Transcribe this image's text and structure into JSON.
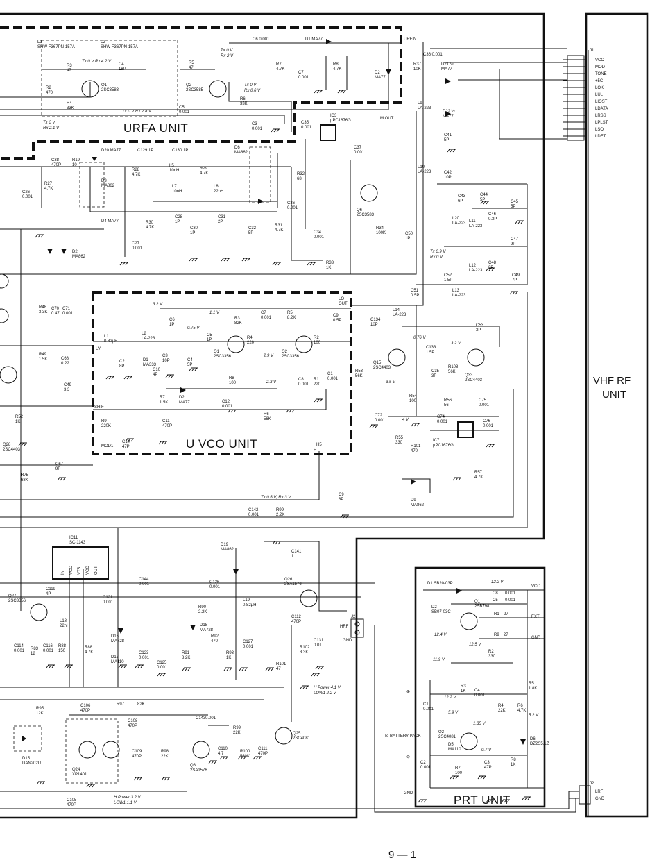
{
  "units": {
    "urfa": "URFA UNIT",
    "uvco": "U VCO UNIT",
    "vhf_rf_line1": "VHF RF",
    "vhf_rf_line2": "UNIT",
    "prt": "PRT UNIT"
  },
  "page_number": "9 — 1",
  "connector_j1": {
    "ref": "J1",
    "pins": [
      "VCC",
      "MOD",
      "TONE",
      "+5C",
      "LOK",
      "LUL",
      "LIOST",
      "LDATA",
      "LRSS",
      "LPLST",
      "LSO",
      "LDET"
    ]
  },
  "connector_j2": {
    "ref": "J2",
    "pins": [
      "LRF",
      "GND"
    ]
  },
  "urfa_labels": {
    "l1": "L1",
    "l1_part": "SHW-F367PN-157A",
    "l2": "L2",
    "l2_part": "SHW-F367PN-157A",
    "r3": "R3",
    "r3v": "47",
    "tx_rx_1": "Tx 0 V Rx 4.2 V",
    "c4": "C4",
    "c4v": "18P",
    "q1": "Q1",
    "q1p": "2SC3583",
    "r2": "R2",
    "r2v": "470",
    "r4": "R4",
    "r4v": "33K",
    "tx_rx_2": "Tx 0 V Rx 2.8 V",
    "c5": "C5",
    "c5v": "0.001",
    "tx_rx_3": "Tx 0 V",
    "rx_3": "Rx 2.1 V",
    "r5": "R5",
    "r5v": "47",
    "q2": "Q2",
    "q2p": "2SC3585",
    "tx_4": "Tx 0 V",
    "rx_4": "Rx 2 V",
    "tx_5": "Tx 0 V",
    "rx_5": "Rx 0.6 V",
    "r6": "R6",
    "r6v": "33K",
    "c3": "C3",
    "c3v": "0.001",
    "c6": "C6 0.001",
    "d1": "D1 MA77",
    "r7": "R7",
    "r7v": "4.7K",
    "c7": "C7",
    "c7v": "0.001",
    "r8": "R8",
    "r8v": "4.7K",
    "d2": "D2",
    "d2v": "MA77",
    "urfin": "URFIN",
    "mout": "M OUT"
  },
  "mid_labels": {
    "ic3": "IC3",
    "ic3p": "µPC1676G",
    "c35": "C35",
    "c35v": "0.001",
    "c37": "C37",
    "c37v": "0.001",
    "c38": "C38",
    "c38v": "470P",
    "r19": "R19",
    "r19v": "10",
    "d20": "D20 MA77",
    "c129": "C129 1P",
    "c130": "C130 1P",
    "d6": "D6",
    "d6v": "MA862",
    "r28": "R28",
    "r28v": "4.7K",
    "l5": "L5",
    "l5v": "10nH",
    "r29": "R29",
    "r29v": "4.7K",
    "d3": "D3",
    "d3v": "MA862",
    "r27": "R27",
    "r27v": "4.7K",
    "c26": "C26",
    "c26v": "0.001",
    "l7": "L7",
    "l7v": "10nH",
    "l8": "L8",
    "l8v": "22nH",
    "r32": "R32",
    "r32v": "68",
    "d4": "D4 MA77",
    "c28": "C28",
    "c28v": "1P",
    "c31": "C31",
    "c31v": "2P",
    "r30": "R30",
    "r30v": "4.7K",
    "c36": "C36",
    "c36v": "0.001",
    "q6": "Q6",
    "q6p": "2SC3583",
    "r31": "R31",
    "r31v": "4.7K",
    "c32": "C32",
    "c32v": "5P",
    "c30": "C30",
    "c30v": "1P",
    "c34": "C34",
    "c34v": "0.001",
    "r34": "R34",
    "r34v": "100K",
    "c50": "C50",
    "c50v": "1P",
    "c27": "C27",
    "c27v": "0.001",
    "d2b": "D2",
    "d2bv": "MA862",
    "r33": "R33",
    "r33v": "1K"
  },
  "right_labels": {
    "c36b": "C36 0.001",
    "d21": "D21 ½",
    "d21v": "MA77",
    "r37": "R37",
    "r37v": "10K",
    "l9": "L9",
    "l9v": "LA-223",
    "d22": "D22 ½",
    "d22v": "MA77",
    "c41": "C41",
    "c41v": "5P",
    "l10": "L10",
    "l10v": "LA-223",
    "c42": "C42",
    "c42v": "10P",
    "c43": "C43",
    "c43v": "6P",
    "c44": "C44",
    "c44v": "5P",
    "c45": "C45",
    "c45v": "5P",
    "l20": "L20",
    "l20v": "LA-223",
    "l11": "L11",
    "l11v": "LA-223",
    "c46": "C46",
    "c46v": "0.3P",
    "c47": "C47",
    "c47v": "9P",
    "tx_rx_6": "Tx 0.9 V",
    "rx_6": "Rx 0 V",
    "l12": "L12",
    "l12v": "LA-223",
    "c48": "C48",
    "c48v": "3P",
    "c52": "C52",
    "c52v": "1.5P",
    "c49": "C49",
    "c49v": "7P",
    "c51": "C51",
    "c51v": "0.5P",
    "l14": "L14",
    "l14v": "LA-223",
    "l13": "L13",
    "l13v": "LA-223",
    "c53": "C53",
    "c53v": "3P",
    "c134": "C134",
    "c134v": "10P",
    "v076": "0.76 V",
    "c133": "C133",
    "c133v": "1.5P",
    "v32b": "3.2 V",
    "q15": "Q15",
    "q15p": "2SC4403",
    "c35b": "C35",
    "c35bv": "3P",
    "r108": "R108",
    "r108v": "56K",
    "q33": "Q33",
    "q33p": "2SC4403",
    "r53": "R53",
    "r53v": "56K",
    "v35": "3.5 V",
    "r54": "R54",
    "r54v": "100",
    "r56": "R56",
    "r56v": "56",
    "c75": "C75",
    "c75v": "0.001",
    "c72": "C72",
    "c72v": "0.001",
    "v4": "4 V",
    "c74": "C74",
    "c74v": "0.001",
    "c76": "C76",
    "c76v": "0.001",
    "r55": "R55",
    "r55v": "330",
    "r101": "R101",
    "r101v": "470",
    "ic7": "IC7",
    "ic7p": "µPC1676G",
    "r57": "R57",
    "r57v": "4.7K",
    "d9": "D9",
    "d9v": "MA862",
    "c9": "C9",
    "c9v": "8P"
  },
  "uvco_labels": {
    "v32": "3.2 V",
    "v11": "1.1 V",
    "v075": "0.75 V",
    "c6": "C6",
    "c6v": "1P",
    "c7": "C7",
    "c7v": "0.001",
    "r5": "R5",
    "r5v": "8.2K",
    "lo_out": "LO",
    "lo_out2": "OUT",
    "c9": "C9",
    "c9v": "0.5P",
    "r3": "R3",
    "r3v": "82K",
    "c5": "C5",
    "c5v": "1P",
    "l1": "L1",
    "l1v": "0.82µH",
    "l2": "L2",
    "l2v": "LA-223",
    "lv": "LV",
    "r4": "R4",
    "r4v": "220",
    "q1": "Q1",
    "q1p": "2SC3356",
    "q2": "Q2",
    "q2p": "2SC3356",
    "r2": "R2",
    "r2v": "100",
    "v29": "2.9 V",
    "c2": "C2",
    "c2v": "8P",
    "d1": "D1",
    "d1v": "MA333",
    "c3": "C3",
    "c3v": "10P",
    "c4": "C4",
    "c4v": "5P",
    "c10": "C10",
    "c10v": "4P",
    "c8": "C8",
    "c8v": "0.001",
    "r1": "R1",
    "r1v": "220",
    "c1": "C1",
    "c1v": "0.001",
    "r8": "R8",
    "r8v": "100",
    "v23": "2.3 V",
    "d2": "D2",
    "d2v": "MA77",
    "r7": "R7",
    "r7v": "1.5K",
    "c12": "C12",
    "c12v": "0.001",
    "shift": "SHIFT",
    "r9": "R9",
    "r9v": "220K",
    "c11": "C11",
    "c11v": "470P",
    "r6": "R6",
    "r6v": "56K",
    "c14": "C14",
    "c14v": "47P",
    "mod1": "MOD1",
    "h5": "H5",
    "h": "H"
  },
  "left_labels": {
    "r48": "R48",
    "r48v": "3.3K",
    "c70": "C70",
    "c70v": "0.47",
    "c71": "C71",
    "c71v": "0.001",
    "r49": "R49",
    "r49v": "1.5K",
    "c68": "C68",
    "c68v": "0.22",
    "c49": "C49",
    "c49v": "3.3",
    "r52": "R52",
    "r52v": "1K",
    "q28": "Q28",
    "q28p": "2SC4403",
    "c67": "C67",
    "c67v": "9P",
    "r75": "R75",
    "r75v": "68K",
    "tx_rx_7": "Tx 0.6 V, Rx 3 V",
    "c142": "C142",
    "c142v": "0.001",
    "r99": "R99",
    "r99v": "2.2K"
  },
  "lower_labels": {
    "ic11": "IC11",
    "ic11p": "SC-1143",
    "ic11_pins": [
      "IN",
      "VCC",
      "VT5",
      "VCC",
      "OUT"
    ],
    "c119": "C119",
    "c119v": "4P",
    "q27": "Q27",
    "q27p": "2SC3356",
    "l18": "L18",
    "l18v": "22nH",
    "c144": "C144",
    "c144v": "0.001",
    "c121": "C121",
    "c121v": "0.001",
    "c126": "C126",
    "c126v": "0.001",
    "d19": "D19",
    "d19v": "MA862",
    "c141": "C141",
    "c141v": "1",
    "q26": "Q26",
    "q26p": "2SA1576",
    "r90": "R90",
    "r90v": "2.2K",
    "l19": "L19",
    "l19v": "0.82µH",
    "c112": "C112",
    "c112v": "470P",
    "d16": "D16",
    "d16v": "MA728",
    "d18": "D18",
    "d18v": "MA728",
    "r92": "R92",
    "r92v": "470",
    "c127": "C127",
    "c127v": "0.001",
    "r102": "R102",
    "r102v": "3.3K",
    "c131": "C131",
    "c131v": "0.01",
    "r101b": "R101",
    "r101bv": "47",
    "c114": "C114",
    "c114v": "0.001",
    "r83": "R83",
    "r83v": "12",
    "c116": "C116",
    "c116v": "0.001",
    "r88b": "R88",
    "r88bv": "150",
    "r88": "R88",
    "r88v": "4.7K",
    "d17": "D17",
    "d17v": "MA110",
    "c123": "C123",
    "c123v": "0.001",
    "c125": "C125",
    "c125v": "0.001",
    "r91": "R91",
    "r91v": "8.2K",
    "r93": "R93",
    "r93v": "1K",
    "hrf": "HRF",
    "j2": "J2",
    "gnd": "GND",
    "h_power_a": "H Power 4.1 V",
    "low_a": "LOW1 2.2 V",
    "r95": "R95",
    "r95v": "12K",
    "c106": "C106",
    "c106v": "470P",
    "r97": "R97",
    "r97v": "82K",
    "c108": "C108",
    "c108v": "470P",
    "c143": "C143",
    "c143v": "0.001",
    "r99b": "R99",
    "r99bv": "22K",
    "q25": "Q25",
    "q25p": "2SC4081",
    "r100": "R100",
    "r100v": "560K",
    "c111": "C111",
    "c111v": "470P",
    "c110": "C110",
    "c110v": "4.7",
    "q8": "Q8",
    "q8p": "2SA1576",
    "c109": "C109",
    "c109v": "470P",
    "r98": "R98",
    "r98v": "22K",
    "q24": "Q24",
    "q24p": "XP1401",
    "d15": "D15",
    "d15v": "DAN202U",
    "c105": "C105",
    "c105v": "470P",
    "h_power_b": "H Power 3.2 V",
    "low_b": "LOW1 1.1 V"
  },
  "prt_labels": {
    "d1": "D1 SB20-03P",
    "v122": "12.2 V",
    "vcc": "VCC",
    "c8": "C8",
    "c8v": "0.001",
    "c5": "C5",
    "c5v": "0.001",
    "q1": "Q1",
    "q1p": "2SB798",
    "d2": "D2",
    "d2v": "SB07-03C",
    "r1": "R1",
    "r1v": "27",
    "ext": "EXT",
    "v124": "12.4 V",
    "v125": "12.5 V",
    "r9": "R9",
    "r9v": "27",
    "gnd": "GND",
    "v119": "11.9 V",
    "r2": "R2",
    "r2v": "330",
    "r3": "R3",
    "r3v": "1K",
    "r5": "R5",
    "r5v": "1.8K",
    "v122b": "12.2 V",
    "c4": "C4",
    "c4v": "0.001",
    "c1": "C1",
    "c1v": "0.001",
    "v59": "5.9 V",
    "r4": "R4",
    "r4v": "22K",
    "r6": "R6",
    "r6v": "4.7K",
    "v52": "5.2 V",
    "to_battery": "To BATTERY PACK",
    "q2": "Q2",
    "q2p": "2SC4081",
    "v135": "1.35 V",
    "d5": "D5",
    "d5v": "MA110",
    "v07": "0.7 V",
    "d6": "D6",
    "d6v": "DZ2S5.1Z",
    "c2": "C2",
    "c2v": "0.001",
    "r7": "R7",
    "r7v": "100",
    "c3": "C3",
    "c3v": "47P",
    "r8": "R8",
    "r8v": "1K",
    "plus": "⊕",
    "minus": "⊖",
    "gnd2": "GND"
  }
}
